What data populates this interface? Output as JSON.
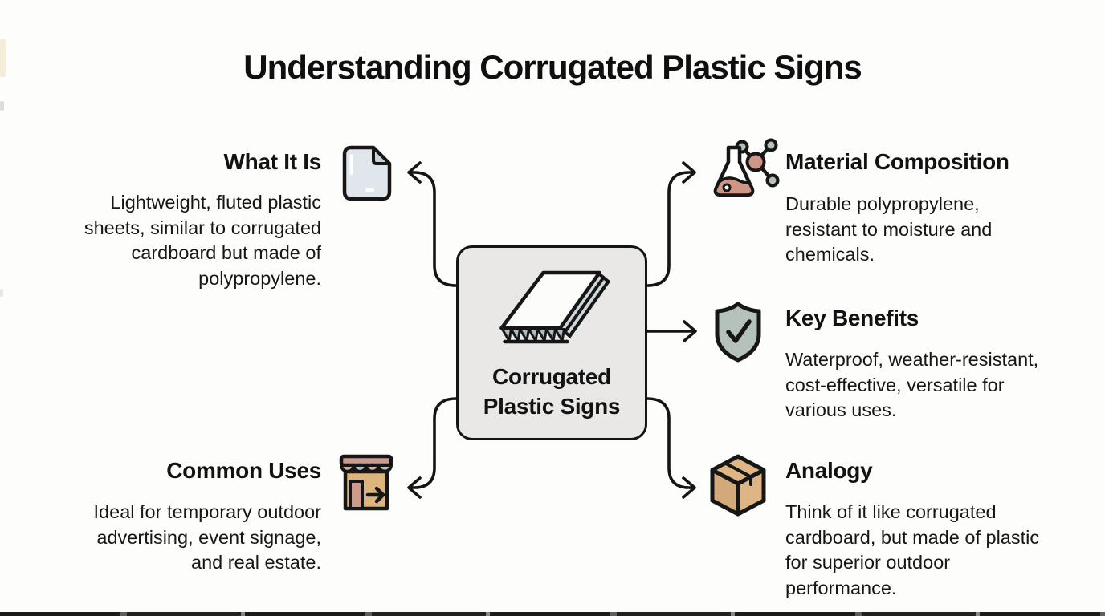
{
  "title": "Understanding Corrugated Plastic Signs",
  "center_node": {
    "icon": "corrugated-sheet-icon",
    "label_lines": [
      "Corrugated",
      "Plastic Signs"
    ]
  },
  "sections": {
    "what_it_is": {
      "heading": "What It Is",
      "icon": "document-icon",
      "lines": [
        "Lightweight, fluted plastic",
        "sheets, similar to corrugated",
        "cardboard but made of",
        "polypropylene."
      ]
    },
    "material_composition": {
      "heading": "Material Composition",
      "icon": "flask-molecule-icon",
      "lines": [
        "Durable polypropylene,",
        "resistant to moisture and",
        "chemicals."
      ]
    },
    "key_benefits": {
      "heading": "Key Benefits",
      "icon": "shield-check-icon",
      "lines": [
        "Waterproof, weather-resistant,",
        "cost-effective, versatile for",
        "various uses."
      ]
    },
    "common_uses": {
      "heading": "Common Uses",
      "icon": "storefront-icon",
      "lines": [
        "Ideal for temporary outdoor",
        "advertising, event signage,",
        "and real estate."
      ]
    },
    "analogy": {
      "heading": "Analogy",
      "icon": "cardboard-box-icon",
      "lines": [
        "Think of it like corrugated",
        "cardboard, but made of plastic",
        "for superior outdoor",
        "performance."
      ]
    }
  },
  "colors": {
    "background": "#fdfdfc",
    "text": "#141414",
    "node_fill": "#e9e8e6",
    "node_border": "#141414",
    "connector": "#151515",
    "icon_page_blue": "#dfe7ed",
    "icon_page_fold": "#c9d5de",
    "icon_salmon": "#cf9586",
    "icon_sage": "#b5c1bb",
    "icon_tan": "#ddb47c",
    "icon_tan_dark": "#d2a97a",
    "icon_dusty_pink": "#cd9b8d",
    "icon_sheet_edge": "#cdd6da",
    "icon_flute": "#aebbc2"
  }
}
